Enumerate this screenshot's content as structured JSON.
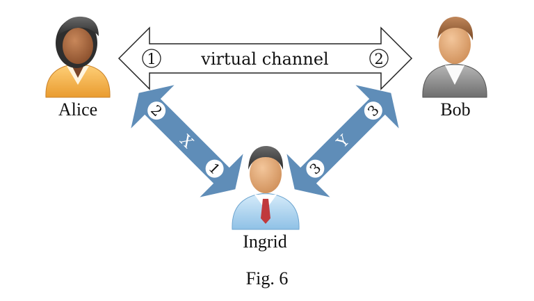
{
  "people": {
    "alice": {
      "name": "Alice"
    },
    "bob": {
      "name": "Bob"
    },
    "ingrid": {
      "name": "Ingrid"
    }
  },
  "virtual_channel": {
    "label": "virtual channel",
    "left_marker": "1",
    "right_marker": "2"
  },
  "left_link": {
    "letter": "X",
    "top_marker": "2",
    "bottom_marker": "1"
  },
  "right_link": {
    "letter": "Y",
    "top_marker": "3",
    "bottom_marker": "3"
  },
  "caption": "Fig. 6",
  "colors": {
    "link_fill": "#5f8db8",
    "alice_shirt": "#f5b04a",
    "bob_shirt": "#8a8a8a",
    "ingrid_shirt": "#a9d3ef",
    "tie": "#c0393c"
  }
}
